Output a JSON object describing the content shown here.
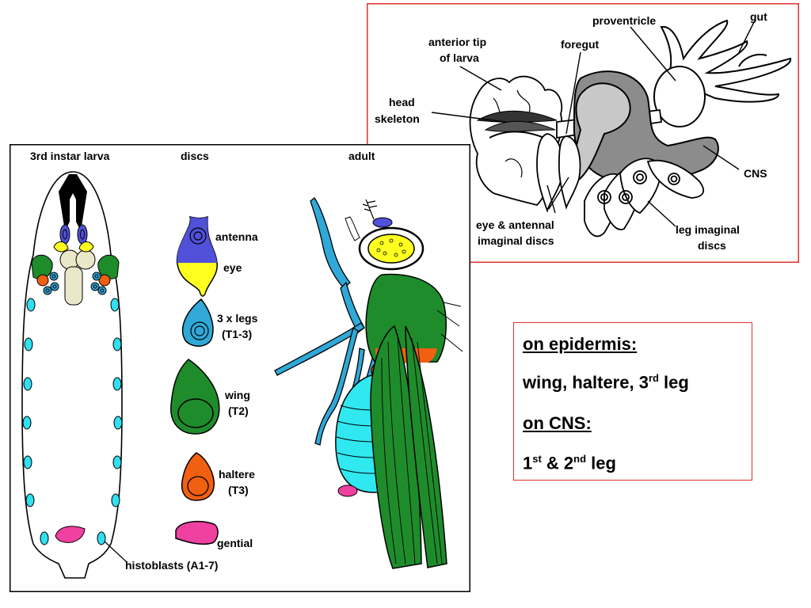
{
  "dissection": {
    "labels": {
      "proventricle": "proventricle",
      "gut": "gut",
      "anterior_tip_1": "anterior tip",
      "anterior_tip_2": "of larva",
      "foregut": "foregut",
      "head_1": "head",
      "head_2": "skeleton",
      "cns": "CNS",
      "eye_disc_1": "eye & antennal",
      "eye_disc_2": "imaginal discs",
      "leg_disc_1": "leg imaginal",
      "leg_disc_2": "discs"
    }
  },
  "main": {
    "headers": {
      "larva": "3rd instar larva",
      "discs": "discs",
      "adult": "adult"
    },
    "disc_labels": {
      "antenna": "antenna",
      "eye": "eye",
      "legs_1": "3 x legs",
      "legs_2": "(T1-3)",
      "wing_1": "wing",
      "wing_2": "(T2)",
      "haltere_1": "haltere",
      "haltere_2": "(T3)",
      "gential": "gential"
    },
    "histoblasts": "histoblasts (A1-7)"
  },
  "notes": {
    "heading1": "on epidermis:",
    "line1_a": "wing, haltere, 3",
    "line1_sup": "rd",
    "line1_b": " leg",
    "heading2": "on CNS:",
    "line2_a": "1",
    "line2_sup1": "st",
    "line2_b": " & 2",
    "line2_sup2": "nd",
    "line2_c": " leg"
  },
  "colors": {
    "antenna": "#5050d8",
    "eye": "#ffff20",
    "leg": "#30a8d8",
    "wing": "#1f8c2c",
    "haltere": "#f06010",
    "genital": "#f040a0",
    "histoblast": "#30e0f0",
    "abdomen": "#30e8f0",
    "cns": "#eae8c8",
    "frame_red": "#e03030"
  }
}
